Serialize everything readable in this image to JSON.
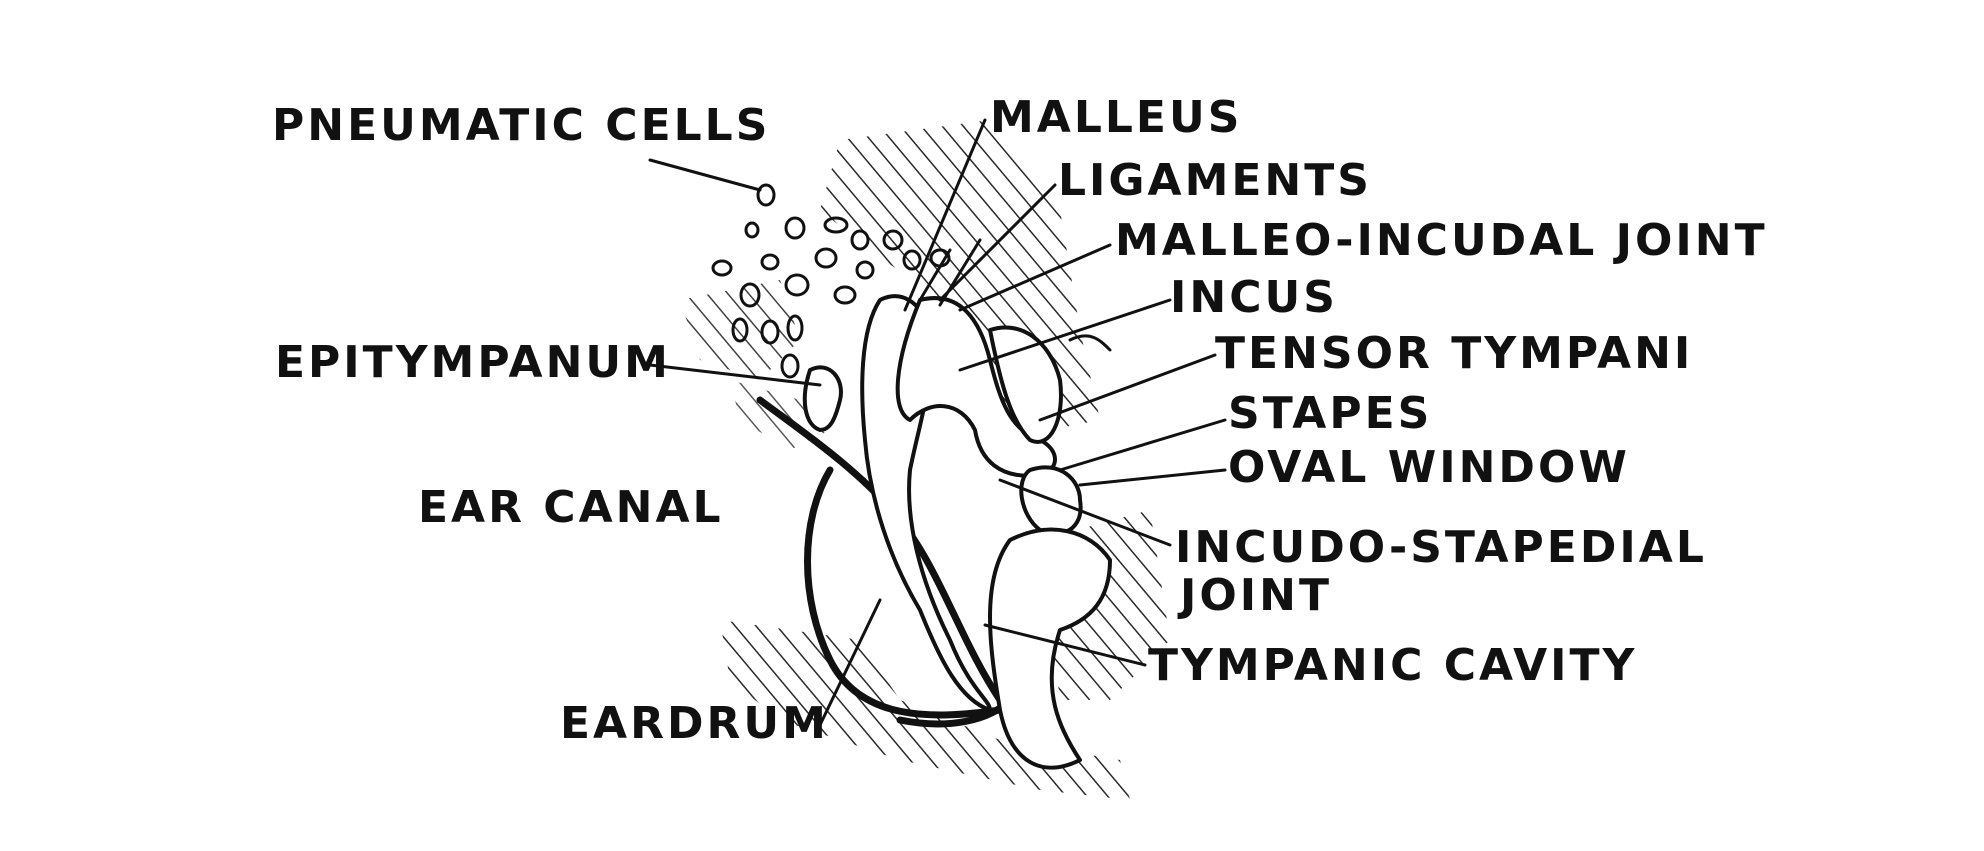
{
  "labels": {
    "pneumatic_cells": "PNEUMATIC   CELLS",
    "malleus": "MALLEUS",
    "ligaments": "LIGAMENTS",
    "malleo_incudal_joint": "MALLEO-INCUDAL  JOINT",
    "incus": "INCUS",
    "tensor_tympani": "TENSOR   TYMPANI",
    "stapes": "STAPES",
    "oval_window": "OVAL   WINDOW",
    "incudo_stapedial_line1": "INCUDO-STAPEDIAL",
    "incudo_stapedial_line2": "JOINT",
    "epitympanum": "EPITYMPANUM",
    "ear_canal": "EAR   CANAL",
    "tympanic_cavity": "TYMPANIC   CAVITY",
    "eardrum": "EARDRUM"
  }
}
